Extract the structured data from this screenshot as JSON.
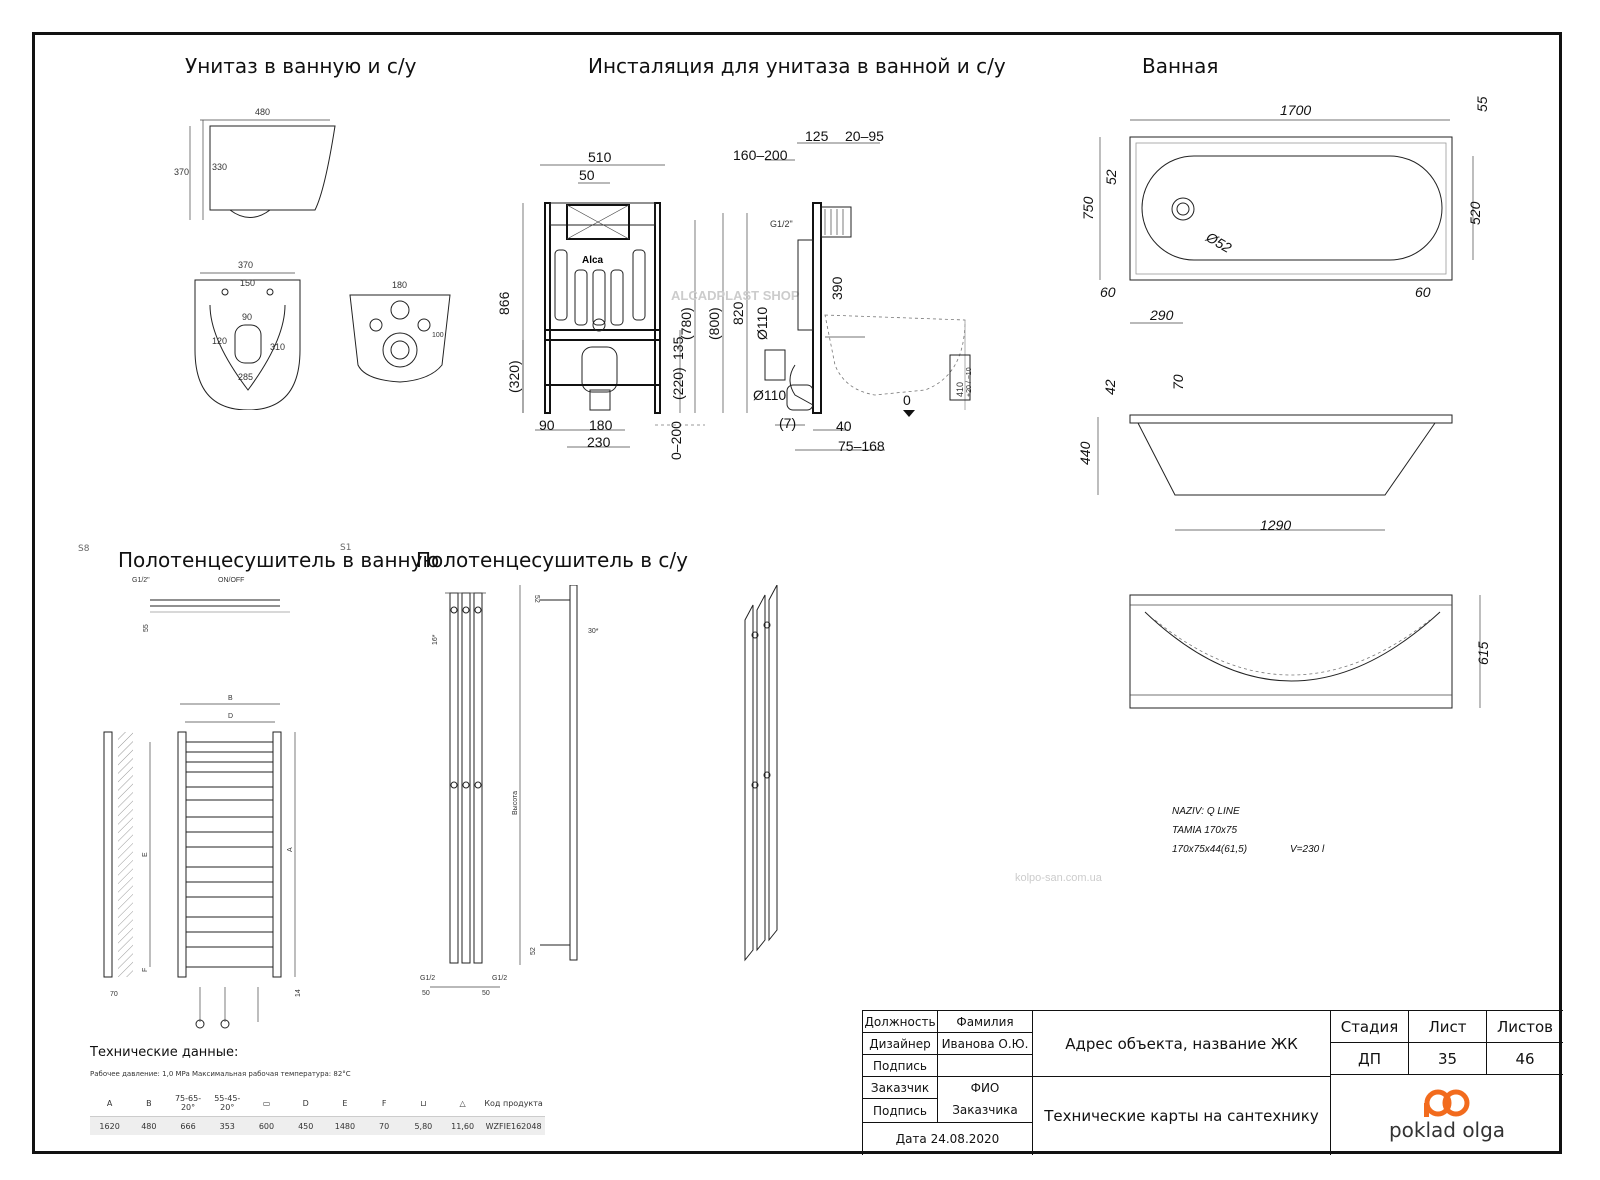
{
  "titles": {
    "toilet": "Унитаз в ванную и с/у",
    "installation": "Инсталяция для унитаза в ванной и с/у",
    "bath": "Ванная",
    "towel_bath": "Полотенцесушитель в ванную",
    "towel_wc": "Полотенцесушитель в с/у",
    "s8": "S8",
    "s1": "S1"
  },
  "toilet_dims": {
    "w480": "480",
    "h370": "370",
    "h330": "330",
    "w370": "370",
    "w150": "150",
    "w90": "90",
    "h120": "120",
    "h310": "310",
    "w285": "285",
    "w180": "180",
    "w100": "100"
  },
  "install_dims": {
    "w510": "510",
    "w50": "50",
    "h866": "866",
    "h780": "(780)",
    "h800": "(800)",
    "h820": "820",
    "h320": "(320)",
    "h135": "135",
    "h220": "(220)",
    "w90": "90",
    "w180": "180",
    "w230": "230",
    "h0_200": "0–200",
    "w160_200": "160–200",
    "w125": "125",
    "w20_95": "20–95",
    "g12": "G1/2\"",
    "h390": "390",
    "d110a": "Ø110",
    "d110b": "Ø110",
    "w7": "(7)",
    "w40": "40",
    "w75_168": "75–168",
    "h410": "410",
    "tol": "+20 / −10",
    "zero": "0",
    "brand": "Alca",
    "watermark": "ALCADPLAST SHOP"
  },
  "bath_dims": {
    "w1700": "1700",
    "h55": "55",
    "h52": "52",
    "h750": "750",
    "h520": "520",
    "d52": "Ø52",
    "w60a": "60",
    "w60b": "60",
    "w290": "290",
    "h42": "42",
    "h70": "70",
    "h440": "440",
    "w1290": "1290",
    "h615": "615"
  },
  "bath_info": {
    "l1": "NAZIV: Q LINE",
    "l2": "TAMIA 170x75",
    "l3": "170x75x44(61,5)",
    "vol": "V=230 l",
    "site": "kolpo-san.com.ua"
  },
  "towel_dims": {
    "g12": "G1/2\"",
    "onoff": "ON/OFF",
    "h55": "55",
    "b": "B",
    "d": "D",
    "e": "E",
    "a": "A",
    "f": "F",
    "w70": "70",
    "h14": "14"
  },
  "towel2_dims": {
    "h16": "16*",
    "w52a": "52",
    "w30": "30*",
    "vysota": "Высота",
    "w52b": "52",
    "g12a": "G1/2",
    "g12b": "G1/2",
    "w50a": "50",
    "w50b": "50"
  },
  "spec": {
    "heading": "Технические данные:",
    "sub": "Рабочее давление: 1,0 MPa  Максимальная рабочая температура: 82°C",
    "headers": [
      "A",
      "B",
      "75-65-20°",
      "55-45-20°",
      "",
      "D",
      "E",
      "F",
      "",
      "",
      "Код продукта"
    ],
    "values": [
      "1620",
      "480",
      "666",
      "353",
      "600",
      "450",
      "1480",
      "70",
      "5,80",
      "11,60",
      "WZFIE162048"
    ]
  },
  "title_block": {
    "role_hdr": "Должность",
    "name_hdr": "Фамилия",
    "designer": "Дизайнер",
    "designer_name": "Иванова О.Ю.",
    "sign1": "Подпись",
    "customer": "Заказчик",
    "customer_name1": "ФИО",
    "customer_name2": "Заказчика",
    "sign2": "Подпись",
    "date": "Дата 24.08.2020",
    "address": "Адрес объекта, название ЖК",
    "doc_title": "Технические карты на сантехнику",
    "stage_hdr": "Стадия",
    "sheet_hdr": "Лист",
    "sheets_hdr": "Листов",
    "stage": "ДП",
    "sheet": "35",
    "sheets": "46",
    "logo_text": "poklad olga",
    "logo_color": "#f26b1d"
  }
}
